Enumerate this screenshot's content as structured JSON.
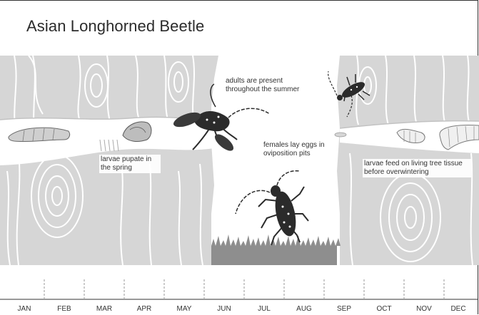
{
  "title": "Asian Longhorned Beetle",
  "notes": {
    "adults": "adults are present throughout the summer",
    "pupate": "larvae pupate in the spring",
    "eggs": "females lay eggs in oviposition pits",
    "larvae": "larvae feed on living tree tissue before overwintering"
  },
  "months": [
    "JAN",
    "FEB",
    "MAR",
    "APR",
    "MAY",
    "JUN",
    "JUL",
    "AUG",
    "SEP",
    "OCT",
    "NOV",
    "DEC"
  ],
  "colors": {
    "wood": "#d6d6d6",
    "grain": "#ffffff",
    "tunnel": "#ffffff",
    "grass": "#8e8e8e",
    "beetle": "#2b2b2b",
    "text": "#333333"
  },
  "icons": [
    "beetle-flying-icon",
    "beetle-crawling-icon",
    "beetle-walking-icon",
    "larva-icon",
    "pupa-icon"
  ]
}
